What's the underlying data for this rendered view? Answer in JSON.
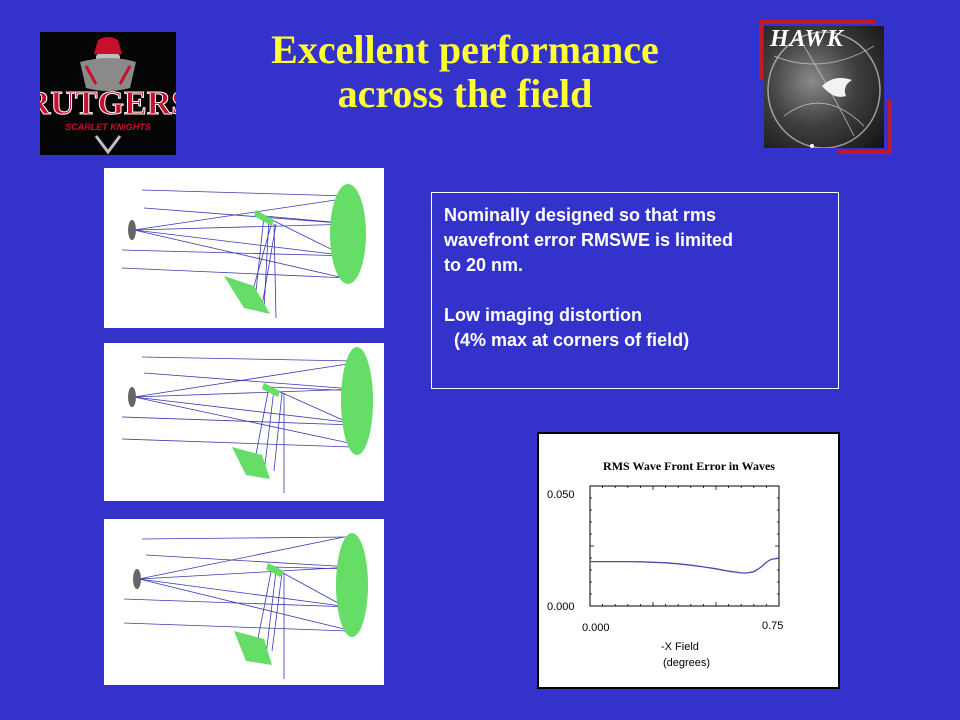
{
  "slide": {
    "title_line1": "Excellent performance",
    "title_line2": "across the field"
  },
  "logos": {
    "rutgers_wordmark": "RUTGERS",
    "rutgers_subtitle": "SCARLET KNIGHTS",
    "hawk_label": "HAWK"
  },
  "bullets": [
    {
      "lines": [
        "Nominally designed so that rms",
        "wavefront error RMSWE is limited",
        "to 20 nm."
      ]
    },
    {
      "lines": [
        "Low imaging distortion",
        "(4% max at corners of field)"
      ]
    }
  ],
  "optics_panels": [
    {
      "name": "field-on-axis"
    },
    {
      "name": "field-mid"
    },
    {
      "name": "field-corner"
    }
  ],
  "chart_data": {
    "type": "line",
    "title": "RMS Wave Front Error in Waves",
    "xlabel_line1": "-X Field",
    "xlabel_line2": "(degrees)",
    "x_tick_min": "0.000",
    "x_tick_max": "0.75",
    "y_tick_min": "0.000",
    "y_tick_max": "0.050",
    "xlim": [
      0,
      0.75
    ],
    "ylim": [
      0,
      0.05
    ],
    "grid": false,
    "series": [
      {
        "x": [
          0,
          0.05,
          0.1,
          0.15,
          0.2,
          0.25,
          0.3,
          0.35,
          0.4,
          0.45,
          0.5,
          0.55,
          0.6,
          0.62,
          0.65,
          0.68,
          0.7,
          0.72,
          0.75
        ],
        "y": [
          0.0185,
          0.0185,
          0.0185,
          0.0185,
          0.0184,
          0.0182,
          0.018,
          0.0176,
          0.017,
          0.0163,
          0.0155,
          0.0145,
          0.0138,
          0.0137,
          0.0143,
          0.0163,
          0.0183,
          0.0195,
          0.0199
        ]
      }
    ],
    "colors": {
      "line": "#4a4aa8",
      "axis": "#000000"
    }
  }
}
